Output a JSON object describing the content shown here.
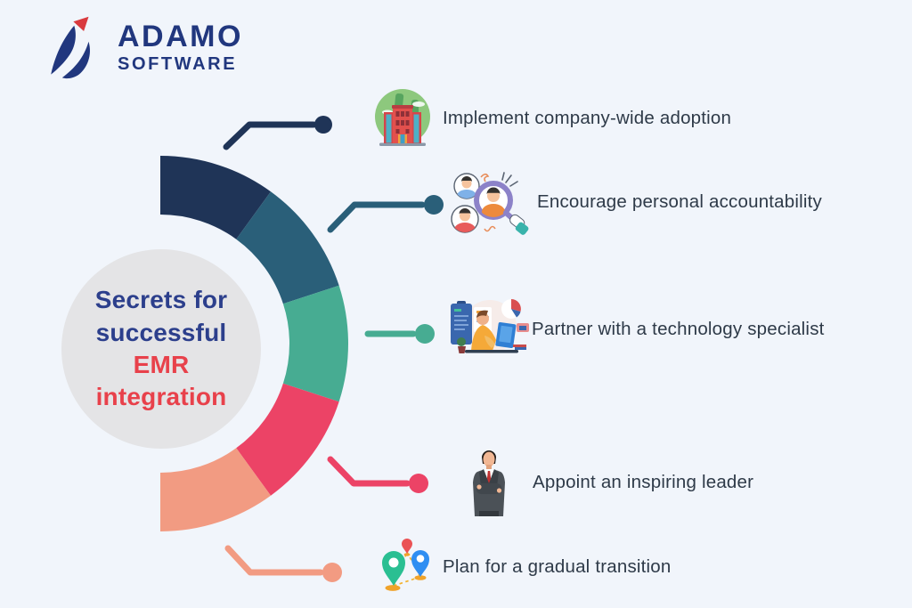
{
  "logo": {
    "brand": "ADAMO",
    "sub_brand": "SOFTWARE",
    "color": "#21377e",
    "flag_color": "#d93a3e"
  },
  "title": {
    "lines": [
      {
        "text": "Secrets for",
        "color": "#2c3f8c"
      },
      {
        "text": "successful",
        "color": "#2c3f8c"
      },
      {
        "text": "EMR",
        "color": "#e8414b"
      },
      {
        "text": "integration",
        "color": "#e8414b"
      }
    ]
  },
  "chart_data": {
    "type": "pie",
    "variant": "half-donut-right",
    "title": "Secrets for successful EMR integration",
    "legend_position": "right-callouts",
    "segments": [
      {
        "label": "Implement company-wide adoption",
        "value": 20,
        "color": "#1f3457"
      },
      {
        "label": "Encourage personal accountability",
        "value": 20,
        "color": "#2a5f79"
      },
      {
        "label": "Partner with a technology specialist",
        "value": 20,
        "color": "#47ac92"
      },
      {
        "label": "Appoint an inspiring leader",
        "value": 20,
        "color": "#ec4366"
      },
      {
        "label": "Plan for a gradual transition",
        "value": 20,
        "color": "#f29b82"
      }
    ]
  },
  "callouts": [
    {
      "label": "Implement company-wide adoption",
      "color": "#1f3457",
      "icon": "building-icon"
    },
    {
      "label": "Encourage personal accountability",
      "color": "#2a5f79",
      "icon": "magnifier-people-icon"
    },
    {
      "label": "Partner with a technology specialist",
      "color": "#47ac92",
      "icon": "tech-specialist-icon"
    },
    {
      "label": "Appoint an inspiring leader",
      "color": "#ec4366",
      "icon": "businessman-icon"
    },
    {
      "label": "Plan for a gradual transition",
      "color": "#f29b82",
      "icon": "map-pins-icon"
    }
  ],
  "colors": {
    "background": "#f1f5fb",
    "center_circle": "#e4e4e6",
    "label_text": "#2e3a48"
  }
}
